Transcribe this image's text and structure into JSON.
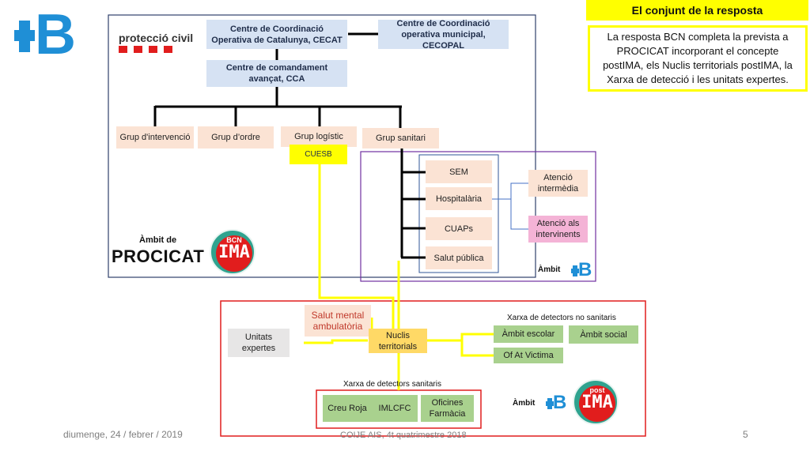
{
  "header": {
    "title": "El conjunt de la resposta",
    "description": "La resposta BCN completa la prevista a PROCICAT incorporant el concepte postIMA, els Nuclis territorials postIMA, la Xarxa de detecció i les unitats expertes."
  },
  "logos": {
    "bcn_mark": "B",
    "proteccio_civil": "protecció civil",
    "bcn_ima_top": "BCN",
    "bcn_ima_main": "IMA",
    "post_ima_top": "post",
    "post_ima_main": "IMA"
  },
  "procicat": {
    "cecat": "Centre de Coordinació Operativa de Catalunya, CECAT",
    "cecopal": "Centre de Coordinació operativa municipal, CECOPAL",
    "cca": "Centre de comandament avançat, CCA",
    "groups": [
      "Grup d'intervenció",
      "Grup d’ordre",
      "Grup logístic",
      "Grup sanitari"
    ],
    "cuesb": "CUESB",
    "ambit_small": "Àmbit de",
    "ambit_big": "PROCICAT"
  },
  "sanitari": {
    "items": [
      "SEM",
      "Hospitalària",
      "CUAPs",
      "Salut pública"
    ],
    "atencio_intermedia": "Atenció intermèdia",
    "atencio_intervinents": "Atenció als intervinents",
    "ambit_label": "Àmbit"
  },
  "post_ima": {
    "unitats_expertes": "Unitats expertes",
    "salut_mental": "Salut mental ambulatòria",
    "nuclis": "Nuclis territorials",
    "no_sanitaris_title": "Xarxa de detectors no sanitaris",
    "no_sanitaris": [
      "Àmbit escolar",
      "Àmbit social",
      "Of At Victima"
    ],
    "sanitaris_title": "Xarxa de detectors sanitaris",
    "sanitaris": [
      "Creu Roja",
      "IMLCFC",
      "Oficines Farmàcia"
    ],
    "ambit_label": "Àmbit"
  },
  "footer": {
    "date": "diumenge, 24 / febrer / 2019",
    "center": "COIJE AIS, 4t quatrimestre 2018",
    "page": "5"
  },
  "colors": {
    "bcn_blue": "#1f8fd6",
    "yellow": "#ffff00",
    "red": "#e11d1d",
    "purple": "#7030a0",
    "navy": "#2f3f6b"
  }
}
